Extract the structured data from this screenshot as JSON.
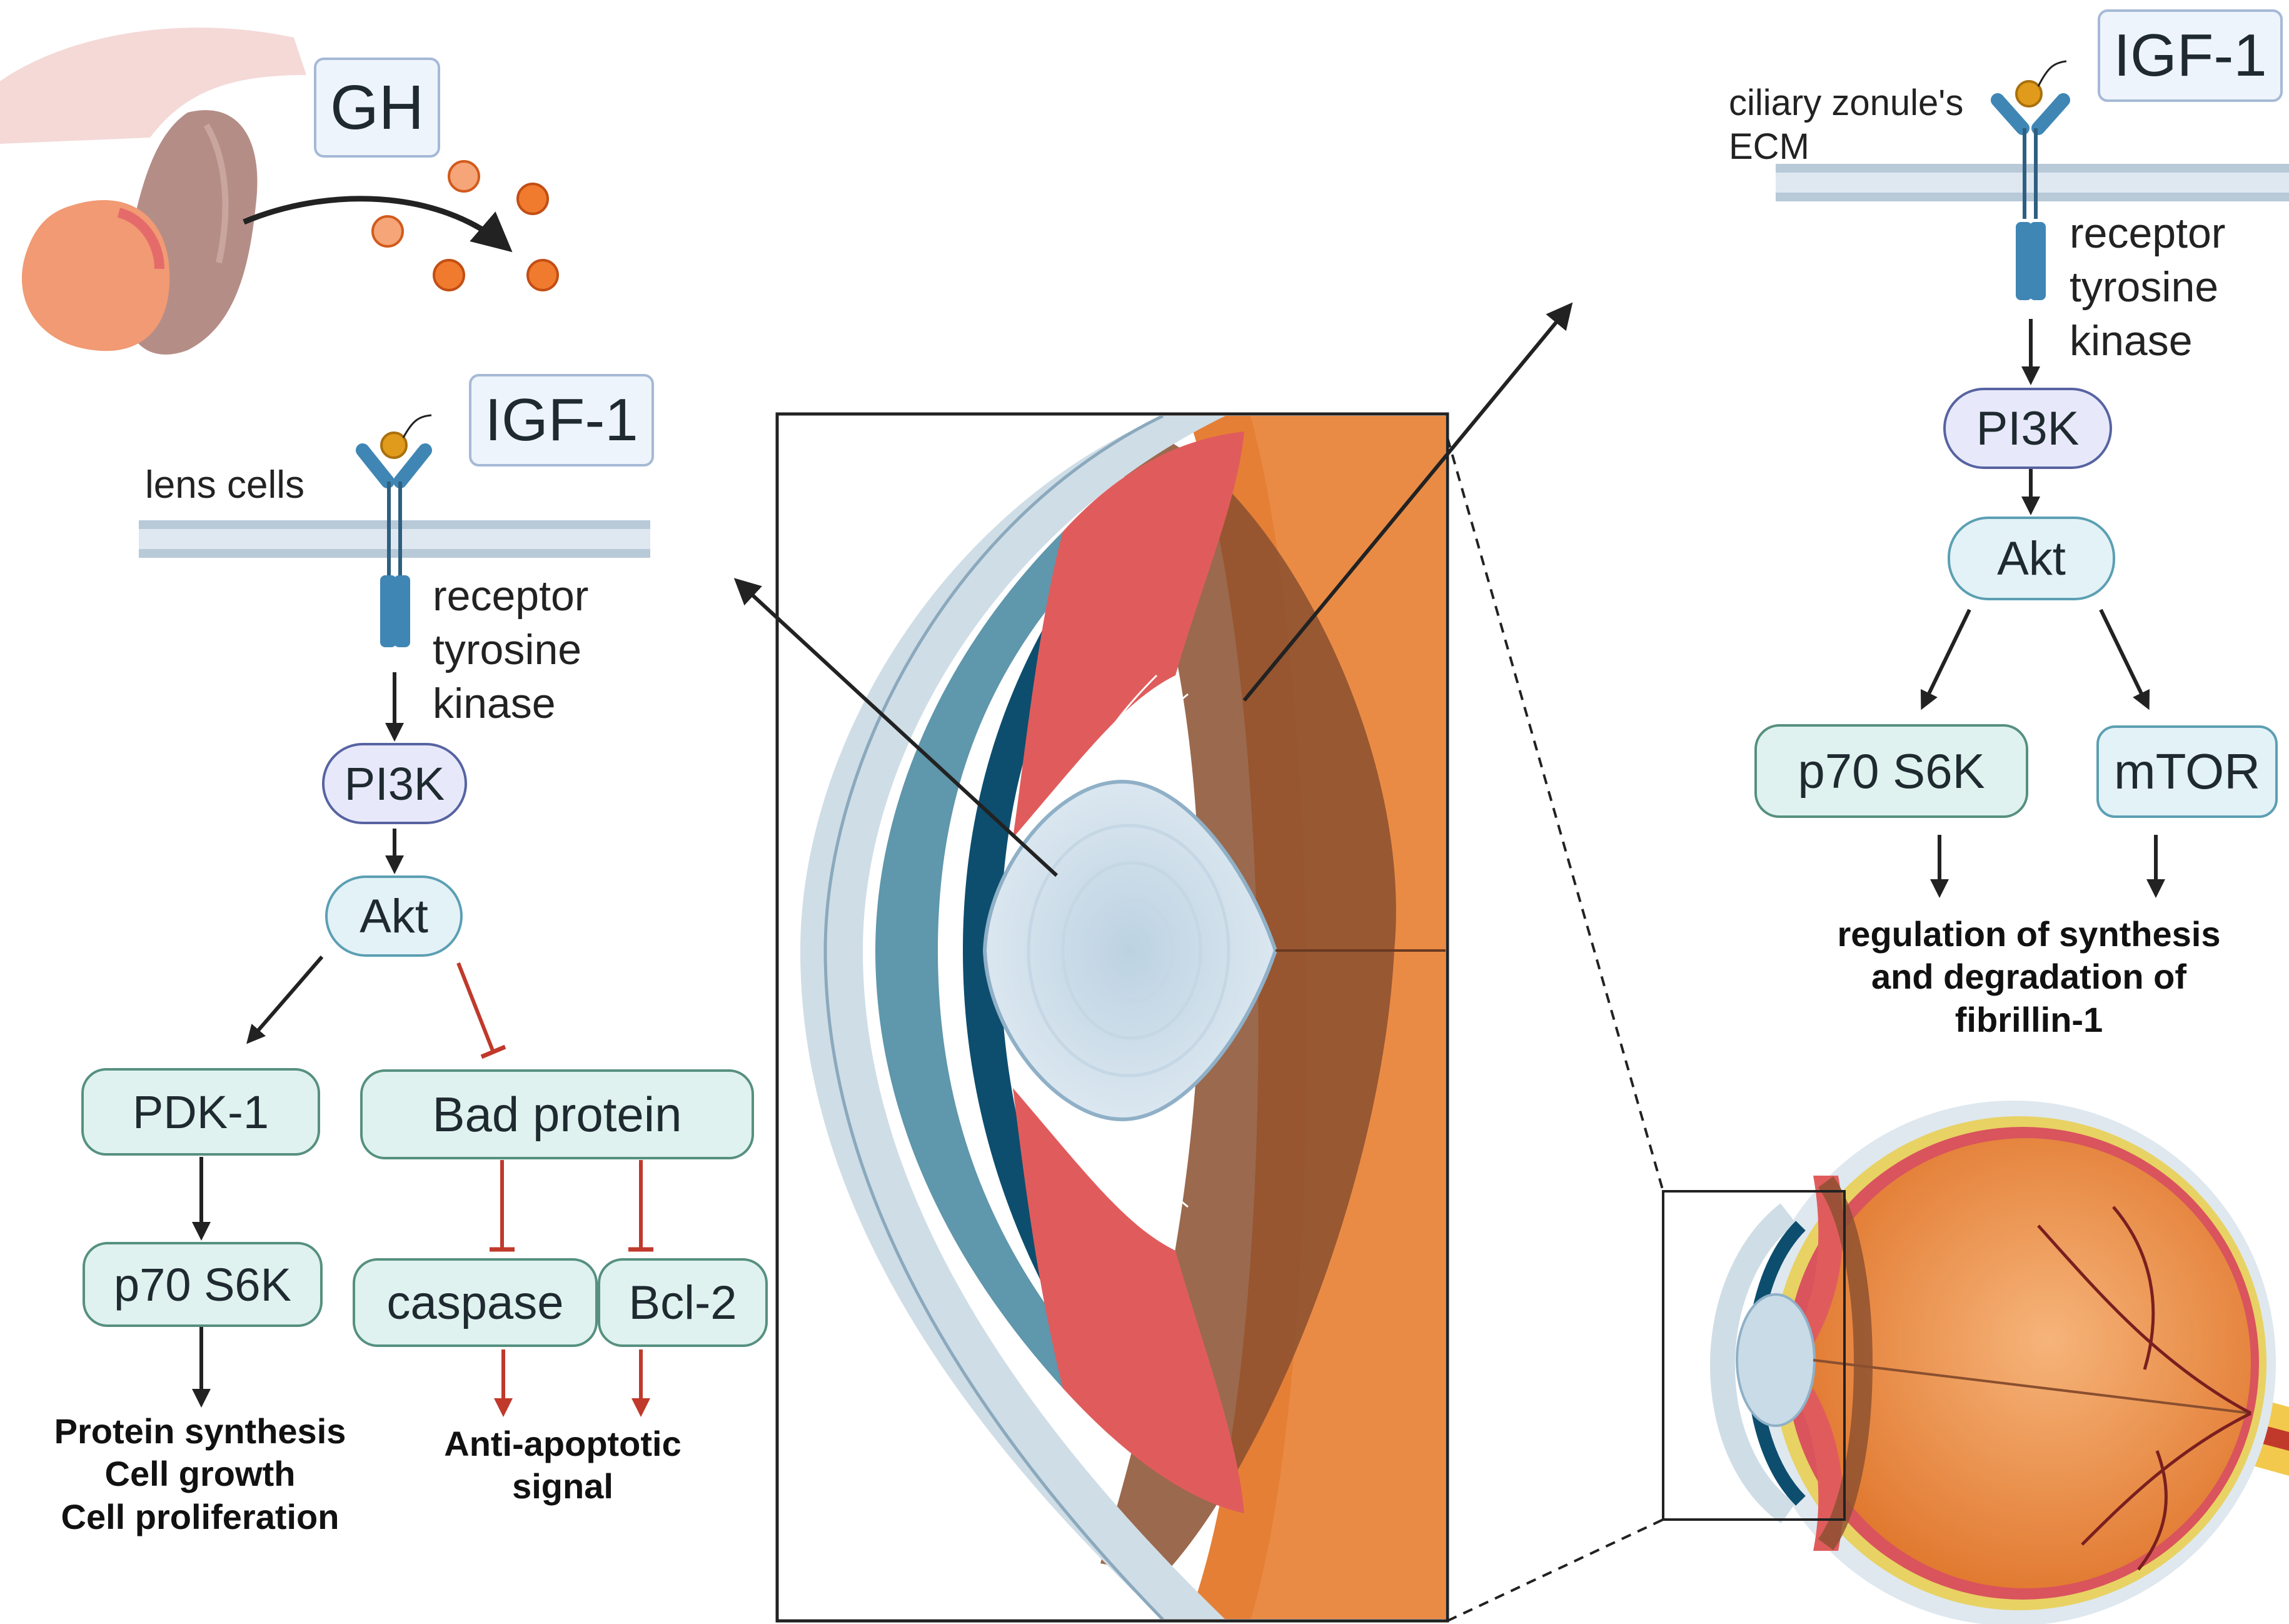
{
  "pituitary": {
    "hormone_label": "GH"
  },
  "left_pathway": {
    "ligand_label": "IGF-1",
    "membrane_label": "lens cells",
    "receptor_label": [
      "receptor",
      "tyrosine",
      "kinase"
    ],
    "pi3k": "PI3K",
    "akt": "Akt",
    "pdk1": "PDK-1",
    "bad": "Bad protein",
    "p70": "p70 S6K",
    "caspase": "caspase",
    "bcl2": "Bcl-2",
    "outcome_growth": [
      "Protein synthesis",
      "Cell growth",
      "Cell proliferation"
    ],
    "outcome_apoptosis": [
      "Anti-apoptotic",
      "signal"
    ]
  },
  "right_pathway": {
    "ligand_label": "IGF-1",
    "membrane_label": [
      "ciliary zonule's",
      "ECM"
    ],
    "receptor_label": [
      "receptor",
      "tyrosine",
      "kinase"
    ],
    "pi3k": "PI3K",
    "akt": "Akt",
    "p70": "p70 S6K",
    "mtor": "mTOR",
    "outcome": [
      "regulation of synthesis",
      "and degradation of",
      "fibrillin-1"
    ]
  },
  "colors": {
    "activation_arrow": "#222222",
    "inhibition_arrow": "#c0392b",
    "growth_hormone_particle": "#f07a2e",
    "receptor": "#3f86b5",
    "membrane": "#b8c9d8"
  }
}
